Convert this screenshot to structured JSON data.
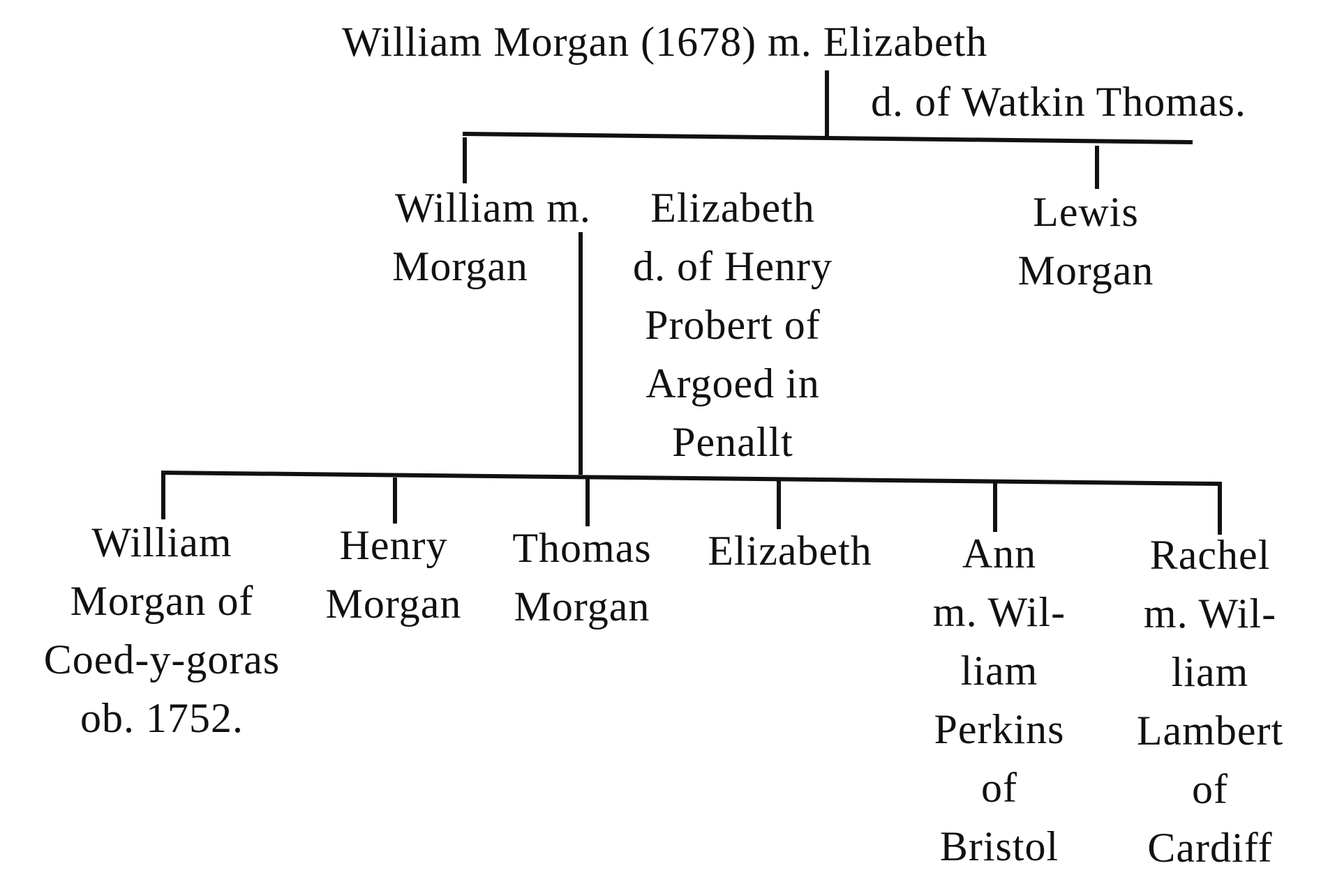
{
  "root": {
    "line1": "William Morgan (1678) m. Elizabeth",
    "line2": "d. of Watkin Thomas."
  },
  "generation2": {
    "william": [
      "William m.",
      "Morgan"
    ],
    "elizabeth_probert": [
      "Elizabeth",
      "d. of Henry",
      "Probert of",
      "Argoed in",
      "Penallt"
    ],
    "lewis": [
      "Lewis",
      "Morgan"
    ]
  },
  "generation3": {
    "william": [
      "William",
      "Morgan of",
      "Coed-y-goras",
      "ob. 1752."
    ],
    "henry": [
      "Henry",
      "Morgan"
    ],
    "thomas": [
      "Thomas",
      "Morgan"
    ],
    "elizabeth": [
      "Elizabeth"
    ],
    "ann": [
      "Ann",
      "m. Wil-",
      "liam",
      "Perkins",
      "of",
      "Bristol"
    ],
    "rachel": [
      "Rachel",
      "m. Wil-",
      "liam",
      "Lambert",
      "of",
      "Cardiff"
    ]
  },
  "colors": {
    "ink": "#111111",
    "paper": "#ffffff"
  }
}
